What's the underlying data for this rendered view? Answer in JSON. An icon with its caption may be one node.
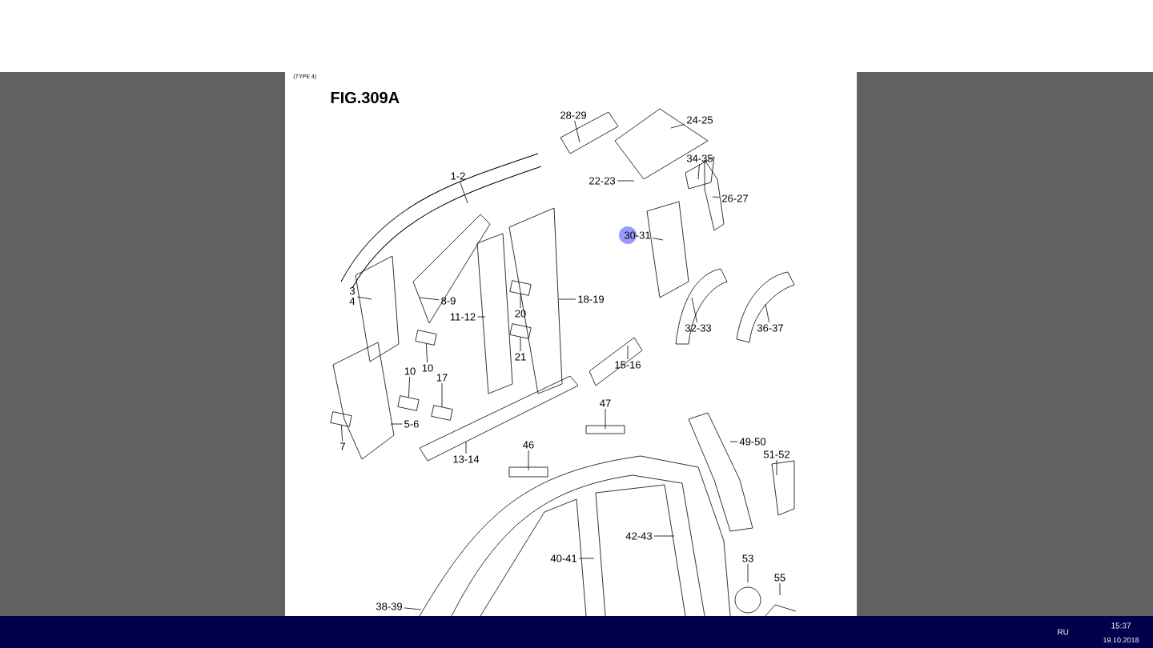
{
  "diagram": {
    "title": "FIG.309A",
    "nodes": [
      {
        "text": [
          "1-2"
        ]
      },
      {
        "text": [
          "28-29"
        ]
      },
      {
        "text": [
          "24-25"
        ]
      },
      {
        "text": [
          "22-23"
        ]
      },
      {
        "text": [
          "34-35"
        ]
      },
      {
        "text": [
          "26-27"
        ]
      },
      {
        "text": [
          "30-31"
        ]
      },
      {
        "text": [
          "3 4"
        ]
      },
      {
        "text": [
          "8-9"
        ]
      },
      {
        "text": [
          "18-19"
        ]
      },
      {
        "text": [
          "11-12"
        ]
      },
      {
        "text": [
          "20"
        ]
      },
      {
        "text": [
          "21"
        ]
      },
      {
        "text": [
          "32-33"
        ]
      },
      {
        "text": [
          "36-37"
        ]
      },
      {
        "text": [
          "10"
        ]
      },
      {
        "text": [
          "10"
        ]
      },
      {
        "text": [
          "17"
        ]
      },
      {
        "text": [
          "15-16"
        ]
      },
      {
        "text": [
          "7"
        ]
      },
      {
        "text": [
          "5-6"
        ]
      },
      {
        "text": [
          "47"
        ]
      },
      {
        "text": [
          "46"
        ]
      },
      {
        "text": [
          "13-14"
        ]
      },
      {
        "text": [
          "49-50"
        ]
      },
      {
        "text": [
          "51-52"
        ]
      },
      {
        "text": [
          "42-43"
        ]
      },
      {
        "text": [
          "40-41"
        ]
      },
      {
        "text": [
          "53"
        ]
      },
      {
        "text": [
          "55"
        ]
      },
      {
        "text": [
          "38-39"
        ]
      },
      {
        "text": [],
        "shape": "picture"
      },
      {
        "text": [],
        "shape": "picture"
      },
      {
        "text": [],
        "shape": "picture"
      },
      {
        "text": [],
        "shape": "picture"
      },
      {
        "text": [],
        "shape": "picture"
      },
      {
        "text": [],
        "shape": "picture"
      }
    ],
    "edges": [
      {
        "from": 0,
        "to": null,
        "arrow": "none"
      },
      {
        "from": 1,
        "to": null,
        "arrow": "none"
      },
      {
        "from": 2,
        "to": null,
        "arrow": "none"
      },
      {
        "from": 3,
        "to": null,
        "arrow": "none"
      },
      {
        "from": 4,
        "to": null,
        "arrow": "none"
      },
      {
        "from": 5,
        "to": null,
        "arrow": "none"
      },
      {
        "from": 6,
        "to": null,
        "arrow": "none"
      },
      {
        "from": 7,
        "to": null,
        "arrow": "none"
      },
      {
        "from": 8,
        "to": null,
        "arrow": "none"
      },
      {
        "from": 9,
        "to": null,
        "arrow": "none"
      },
      {
        "from": 10,
        "to": null,
        "arrow": "none"
      },
      {
        "from": 11,
        "to": 31,
        "arrow": "none"
      },
      {
        "from": 12,
        "to": 32,
        "arrow": "none"
      },
      {
        "from": 13,
        "to": null,
        "arrow": "none"
      },
      {
        "from": 14,
        "to": null,
        "arrow": "none"
      },
      {
        "from": 15,
        "to": 33,
        "arrow": "none"
      },
      {
        "from": 16,
        "to": 34,
        "arrow": "none"
      },
      {
        "from": 17,
        "to": 35,
        "arrow": "none"
      },
      {
        "from": 18,
        "to": null,
        "arrow": "none"
      },
      {
        "from": 19,
        "to": 36,
        "arrow": "none"
      },
      {
        "from": 20,
        "to": null,
        "arrow": "none"
      },
      {
        "from": 21,
        "to": null,
        "arrow": "none"
      },
      {
        "from": 22,
        "to": null,
        "arrow": "none"
      },
      {
        "from": 23,
        "to": null,
        "arrow": "none"
      },
      {
        "from": 24,
        "to": null,
        "arrow": "none"
      },
      {
        "from": 25,
        "to": null,
        "arrow": "none"
      },
      {
        "from": 26,
        "to": null,
        "arrow": "none"
      },
      {
        "from": 27,
        "to": null,
        "arrow": "none"
      },
      {
        "from": 28,
        "to": null,
        "arrow": "none"
      },
      {
        "from": 29,
        "to": null,
        "arrow": "none"
      },
      {
        "from": 30,
        "to": null,
        "arrow": "none"
      }
    ],
    "labels": [
      "(TYPE 4)",
      "RU",
      "15:37",
      "19.10.2018"
    ]
  }
}
